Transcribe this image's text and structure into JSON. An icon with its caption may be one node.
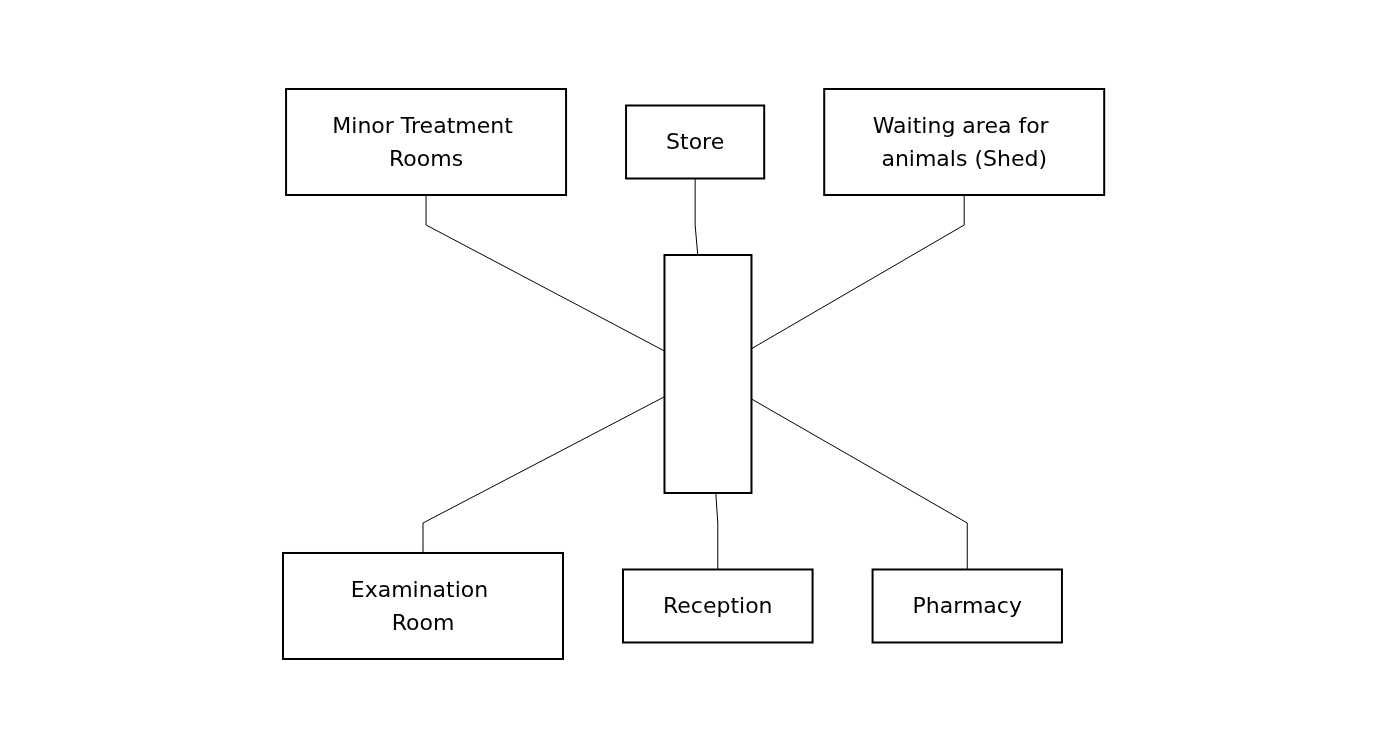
{
  "diagram": {
    "nodes": [
      {
        "text": [
          "Minor Treatment Rooms"
        ]
      },
      {
        "text": [
          "Store"
        ]
      },
      {
        "text": [],
        "shape": "box"
      },
      {
        "text": [
          "Waiting area for animals (Shed)"
        ]
      },
      {
        "text": [
          "Examination Room"
        ]
      },
      {
        "text": [
          "Reception"
        ]
      },
      {
        "text": [
          "Pharmacy"
        ]
      }
    ],
    "edges": [
      {
        "from": 0,
        "to": 2,
        "arrow": "none"
      },
      {
        "from": 1,
        "to": 2,
        "arrow": "none"
      },
      {
        "from": 3,
        "to": 2,
        "arrow": "none"
      },
      {
        "from": 2,
        "to": 4,
        "arrow": "none"
      },
      {
        "from": 2,
        "to": 5,
        "arrow": "none"
      },
      {
        "from": 2,
        "to": 6,
        "arrow": "none"
      }
    ]
  }
}
